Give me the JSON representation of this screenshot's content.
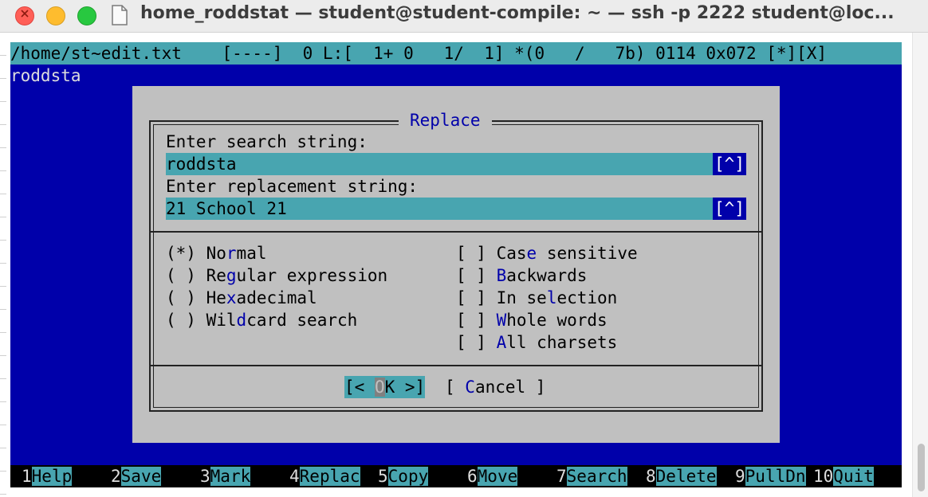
{
  "window": {
    "title": "home_roddstat — student@student-compile: ~ — ssh -p 2222 student@loc..."
  },
  "editor": {
    "status_line": "/home/st~edit.txt    [----]  0 L:[  1+ 0   1/  1] *(0   /   7b) 0114 0x072 [*][X]",
    "buffer_text": "roddsta"
  },
  "dialog": {
    "title": "Replace",
    "search_label": "Enter search string:",
    "search_value": "roddsta",
    "replace_label": "Enter replacement string:",
    "replace_value": "21 School 21",
    "history_button": "[^]",
    "radio_options": [
      {
        "mark": "(*)",
        "pre": "No",
        "hot": "r",
        "post": "mal"
      },
      {
        "mark": "( )",
        "pre": "Re",
        "hot": "g",
        "post": "ular expression"
      },
      {
        "mark": "( )",
        "pre": "He",
        "hot": "x",
        "post": "adecimal"
      },
      {
        "mark": "( )",
        "pre": "Wil",
        "hot": "d",
        "post": "card search"
      }
    ],
    "check_options": [
      {
        "mark": "[ ]",
        "pre": "Cas",
        "hot": "e",
        "post": " sensitive"
      },
      {
        "mark": "[ ]",
        "pre": "",
        "hot": "B",
        "post": "ackwards"
      },
      {
        "mark": "[ ]",
        "pre": "In se",
        "hot": "l",
        "post": "ection"
      },
      {
        "mark": "[ ]",
        "pre": "",
        "hot": "W",
        "post": "hole words"
      },
      {
        "mark": "[ ]",
        "pre": "",
        "hot": "A",
        "post": "ll charsets"
      }
    ],
    "ok_button": {
      "pre": "[< ",
      "cur": "O",
      "post": "K >]"
    },
    "cancel_button": {
      "pre": "[ ",
      "hot": "C",
      "post": "ancel ]"
    }
  },
  "function_keys": [
    {
      "num": "1",
      "label": "Help"
    },
    {
      "num": "2",
      "label": "Save"
    },
    {
      "num": "3",
      "label": "Mark"
    },
    {
      "num": "4",
      "label": "Replac"
    },
    {
      "num": "5",
      "label": "Copy"
    },
    {
      "num": "6",
      "label": "Move"
    },
    {
      "num": "7",
      "label": "Search"
    },
    {
      "num": "8",
      "label": "Delete"
    },
    {
      "num": "9",
      "label": "PullDn"
    },
    {
      "num": "10",
      "label": "Quit"
    }
  ],
  "colors": {
    "screen_bg": "#0000aa",
    "bar_cyan": "#48a5b0",
    "dialog_bg": "#c0c0c0",
    "hotkey": "#0000aa"
  }
}
